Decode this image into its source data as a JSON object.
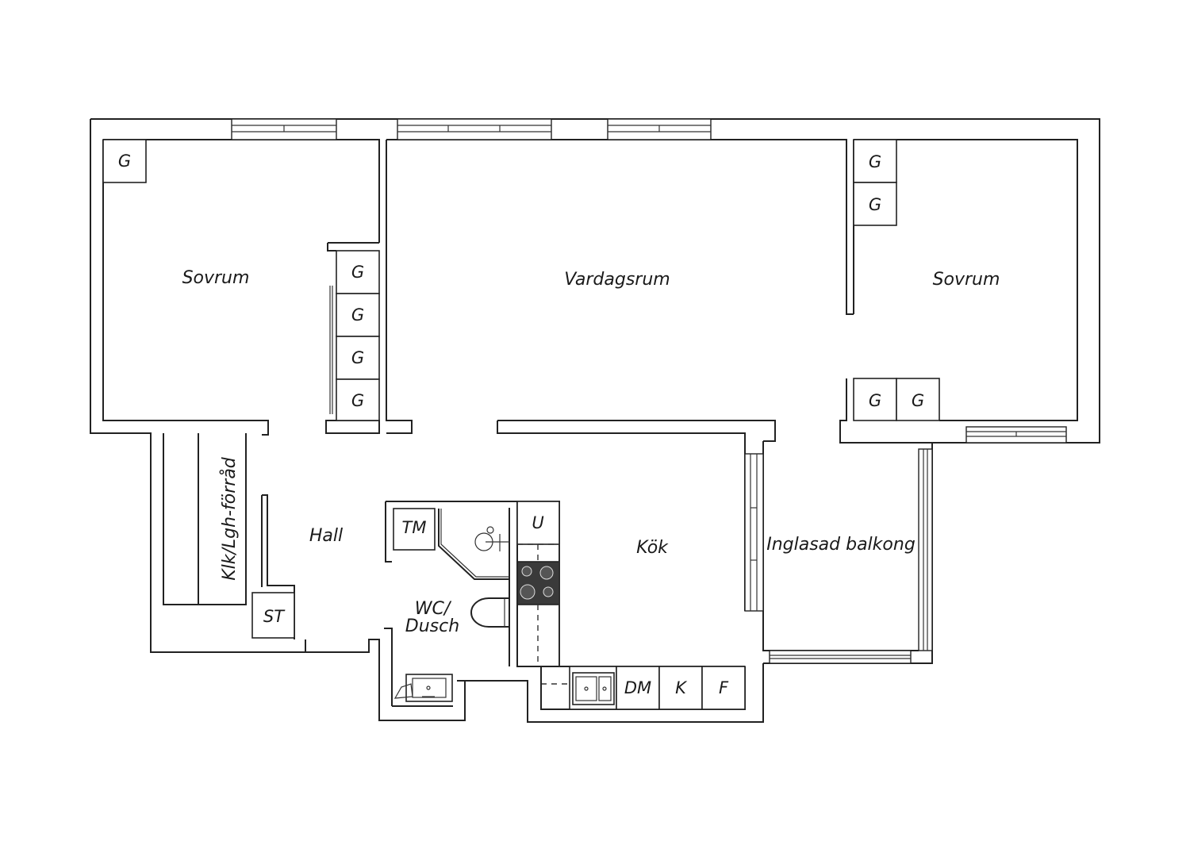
{
  "rooms": {
    "sovrum_left": "Sovrum",
    "vardagsrum": "Vardagsrum",
    "sovrum_right": "Sovrum",
    "klk": "Klk/Lgh-förråd",
    "hall": "Hall",
    "wc_line1": "WC/",
    "wc_line2": "Dusch",
    "kok": "Kök",
    "balkong": "Inglasad balkong"
  },
  "fixtures": {
    "wardrobe": "G",
    "st": "ST",
    "tm": "TM",
    "u": "U",
    "dm": "DM",
    "k": "K",
    "f": "F"
  }
}
